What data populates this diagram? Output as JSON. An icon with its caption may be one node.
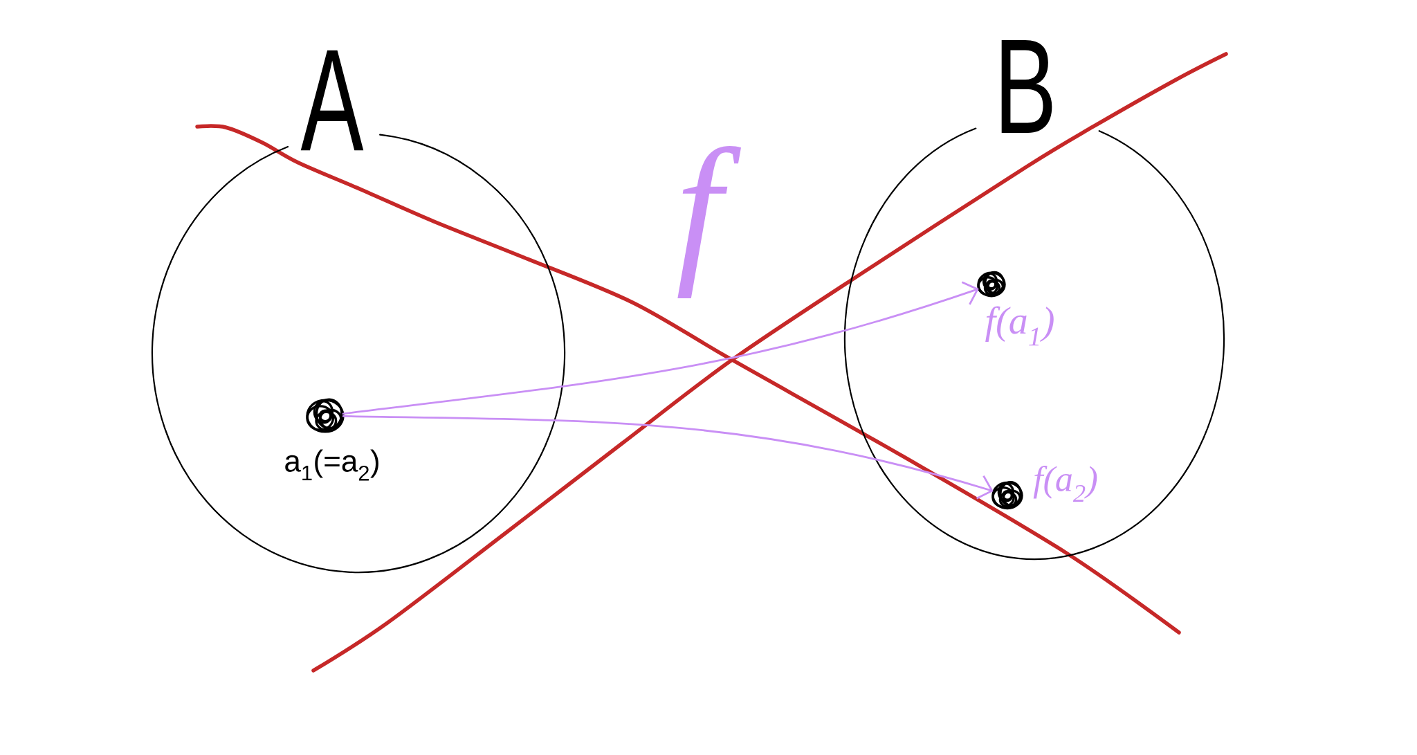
{
  "diagram": {
    "nodes": [
      {
        "text": [
          "A"
        ]
      },
      {
        "text": [
          "B"
        ]
      },
      {
        "text": [],
        "shape": "circle",
        "in": 0,
        "beside": [
          "a$_{1}$(=a$_{2}$)"
        ]
      },
      {
        "text": [],
        "shape": "circle",
        "in": 1,
        "beside": [
          "f(a$_{1}$)"
        ]
      },
      {
        "text": [],
        "shape": "circle",
        "in": 1,
        "beside": [
          "f(a$_{2}$)"
        ]
      }
    ],
    "edges": [
      {
        "from": 2,
        "to": 3,
        "arrow": "to"
      },
      {
        "from": 2,
        "to": 4,
        "arrow": "to"
      }
    ],
    "labels": [
      "f"
    ]
  }
}
